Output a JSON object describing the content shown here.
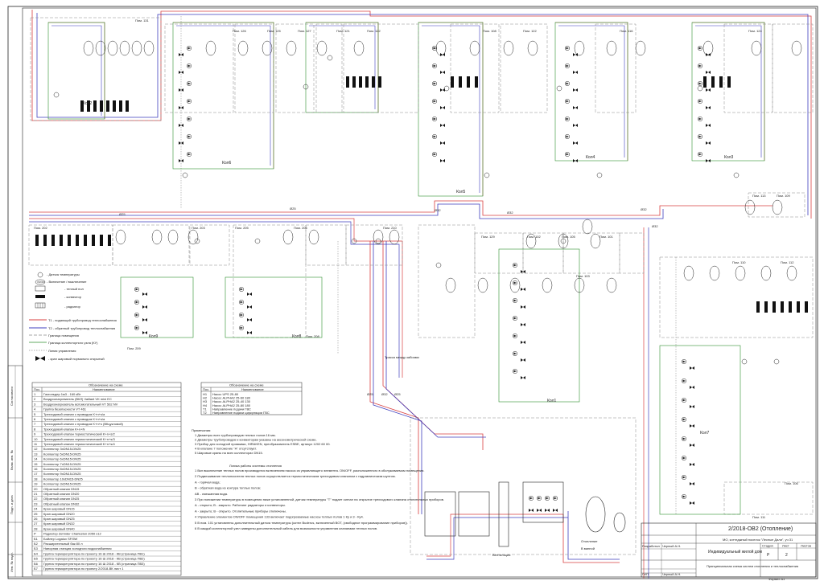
{
  "title_block": {
    "project_code": "2/2018-ОВ2 (Отопление)",
    "object": "МО, коттеджный поселок \"Лесные Дали\", уч 31",
    "building": "Индивидуальный жилой дом",
    "sheet_title": "Принципиальная схема систем отопления и теплоснабжения",
    "stage_header": "Стадия",
    "sheet_header": "Лист",
    "sheets_header": "Листов",
    "stage": "Р",
    "sheet_no": "2",
    "format": "Формат А1",
    "developer_role": "Разработал",
    "developer_name": "Черный А.Н.",
    "gip_role": "ГИП",
    "gip_name": "Черный А.Н."
  },
  "left_margin": {
    "labels": [
      "Согласовано",
      "Взам. инв. №",
      "Подп. и дата",
      "Инв. № подл."
    ]
  },
  "rooms": {
    "room_131": "Пом. 131",
    "room_126": "Пом. 126",
    "room_125": "Пом. 125",
    "room_127": "Пом. 127",
    "room_121": "Пом. 121",
    "room_122": "Пом. 122",
    "room_108": "Пом. 108",
    "room_116": "Пом. 116",
    "room_124": "Пом. 124",
    "room_202": "Пом. 202",
    "room_203": "Пом. 203",
    "room_206": "Пом. 206",
    "room_210": "Пом. 210",
    "room_205": "Пом. 205",
    "room_209": "Пом. 209",
    "room_208": "Пом. 208",
    "room_129": "Пом. 129",
    "room_102": "Пом. 102",
    "room_105": "Пом. 105",
    "room_101": "Пом. 101",
    "room_103": "Пом. 103",
    "room_113": "Пом. 113",
    "room_109": "Пом. 109",
    "room_110": "Пом. 110",
    "room_112": "Пом. 112",
    "room_111": "Пом. 111",
    "room_106": "Пом. 106",
    "on_off": "ON/OFF"
  },
  "collectors": [
    "Кол1",
    "Кол2",
    "Кол3",
    "Кол4",
    "Кол5",
    "Кол6",
    "Кол7",
    "Кол8",
    "Кол9"
  ],
  "pipe_labels": {
    "d25": "Ø25",
    "d32": "Ø32",
    "route": "Трасса между забоями"
  },
  "legend": {
    "items": [
      "- Датчик температуры",
      "- Включение / выключение",
      "- теплый пол",
      "- конвектор",
      "- радиатор",
      "Т1 - подающий трубопровод теплоснабжения",
      "Т2 - обратный трубопровод теплоснабжения",
      "Граница помещения",
      "Граница коллекторного узла (КУ)",
      "Линия управления",
      "- кран шаровый нормально открытый"
    ]
  },
  "table1": {
    "caption": "Обозначение на схеме",
    "col_pos": "Поз.",
    "col_name": "Наименование",
    "rows": [
      [
        "1",
        "Газгольдер 1м3 - 160 кВт"
      ],
      [
        "2",
        "Воздухонагреватель (ВКЛ) Vaillant VK mini EC"
      ],
      [
        "3",
        "Воздухонагреватель вспомогательный VT 502 NV"
      ],
      [
        "4",
        "Группа безопасности VT 461"
      ],
      [
        "5",
        "Трехходовой клапан с приводом K+n+s/a"
      ],
      [
        "6",
        "Трехходовой клапан с приводом K+n+s/a"
      ],
      [
        "7",
        "Трехходовой клапан с приводом K+n+s (ВКцукловой)"
      ],
      [
        "8",
        "Трехходовой клапан K+n+N"
      ],
      [
        "9",
        "Трехходовой клапан термостатический K+n+s/2"
      ],
      [
        "10",
        "Трехходовой клапан термостатический K+n+s/3"
      ],
      [
        "11",
        "Трехходовой клапан термостатический K+n+s/4"
      ],
      [
        "12",
        "Коллектор 3xDN15-DN25"
      ],
      [
        "13",
        "Коллектор 5xDN15-DN25"
      ],
      [
        "14",
        "Коллектор 6xDN15-DN25"
      ],
      [
        "15",
        "Коллектор 7xDN15-DN25"
      ],
      [
        "16",
        "Коллектор 8xDN15-DN25"
      ],
      [
        "17",
        "Коллектор 9xDN15-DN25"
      ],
      [
        "18",
        "Коллектор 10xDN15-DN25"
      ],
      [
        "19",
        "Коллектор 3xDN15-DN25"
      ],
      [
        "20",
        "Обратный клапан DN15"
      ],
      [
        "21",
        "Обратный клапан DN20"
      ],
      [
        "22",
        "Обратный клапан DN25"
      ],
      [
        "23",
        "Обратный клапан DN32"
      ],
      [
        "24",
        "Кран шаровый DN15"
      ],
      [
        "25",
        "Кран шаровый DN20"
      ],
      [
        "26",
        "Кран шаровый DN25"
      ],
      [
        "27",
        "Кран шаровый DN32"
      ],
      [
        "28",
        "Кран шаровый DN40"
      ],
      [
        "Р",
        "Радиатор Zehnder Charleston 2050 x12"
      ],
      [
        "Б1",
        "Бойлер Logalux SF/5W"
      ],
      [
        "Б2",
        "Расширительный бак 80 л"
      ],
      [
        "Б3",
        "Напорная станция холодного водоснабжения"
      ],
      [
        "Б4",
        "Группа терморегулятора по проекту 16 Ш 2018 - КВ (страница ПВ1)"
      ],
      [
        "Б5",
        "Группа терморегулятора по проекту 16 Ш 2018 - КВ (страница ПВ2)"
      ],
      [
        "Б6",
        "Группа терморегулятора по проекту 16 Ш 2018 - КВ (страница ПВ3)"
      ],
      [
        "Б7",
        "Группа терморегулятора по проекту 2/2018-ВК лист 1"
      ],
      [
        "Б8",
        "Клапан Logafix (оп. ГВ N2-40)"
      ]
    ]
  },
  "table2": {
    "caption": "Обозначение на схеме",
    "col_pos": "Поз.",
    "col_name": "Наименование",
    "rows": [
      [
        "Н1",
        "Насос UPS 25-80"
      ],
      [
        "Н2",
        "Насос ALPHA2 25-60 180"
      ],
      [
        "Н3",
        "Насос ALPHA2 25-40 130"
      ],
      [
        "Н4",
        "Насос ALPHA2 25-80 180"
      ],
      [
        "Т1",
        "Направление подачи ГВС"
      ],
      [
        "Т2",
        "Направление подачи циркуляции ГВС"
      ]
    ]
  },
  "notes": {
    "heading": "Примечания:",
    "items": [
      "1  Диаметры всех трубопроводов теплых полов 16 мм.",
      "2  Диаметры трубопроводов к конвекторам указаны на аксонометрической схеме.",
      "3  Прибор для холодной промывки, HIRAKEN, преобразователь ESBE, артикул 1202 60 00.",
      "4  В клапане 7 положение \"А\" отсутствует.",
      "5  Шаровые краны на всех коллекторах DN15."
    ]
  },
  "work_principle": {
    "heading": "Логика работы системы отопления",
    "items": [
      "1  Вкл выключение теплых полов производится включением насоса из управляющего элемента. ON/OFF, расположенного в обслуживаемом помещении.",
      "2  Подмешивание теплоносителя теплых полов осуществляется термостатическим трехходовым клапаном с гидравлическим шунтом.",
      "А - горячая вода;",
      "В - обратная вода из контура теплых полов;",
      "АВ - смешанная вода.",
      "3  При понижении температуры в помещении ниже установленной, датчик температуры \"T\" подает сигнал на открытие трехходового клапана отопительных приборов.",
      "А - открыто; В - закрыто. Работают радиаторы и конвекторы.",
      "А - закрыто; В - открыто. Отопительные приборы отключены.",
      "4  Управление элементов ON/OFF помещения 133 включает подогреваемые насосы теплых полов 1 Ку и 3 - Ку4.",
      "5  В пом. 101 установлены дополнительный датчик температуры (котел Buderus, включенный ВОТ, (свободное программирование приборов)).",
      "6  В каждой коллекторной узел заведены дополнительный кабель для возможности управления клапанами теплых полов."
    ]
  },
  "boiler_room": {
    "ventilation": "Вентиляция",
    "heating_label": "Отопление",
    "dhw_label": "В ванной"
  },
  "colors": {
    "supply": "#d94040",
    "return": "#3f3fbf",
    "room_boundary": "#8a8a8a",
    "collector_boundary": "#2f8f2f",
    "control_line": "#606060",
    "ink": "#222222"
  }
}
